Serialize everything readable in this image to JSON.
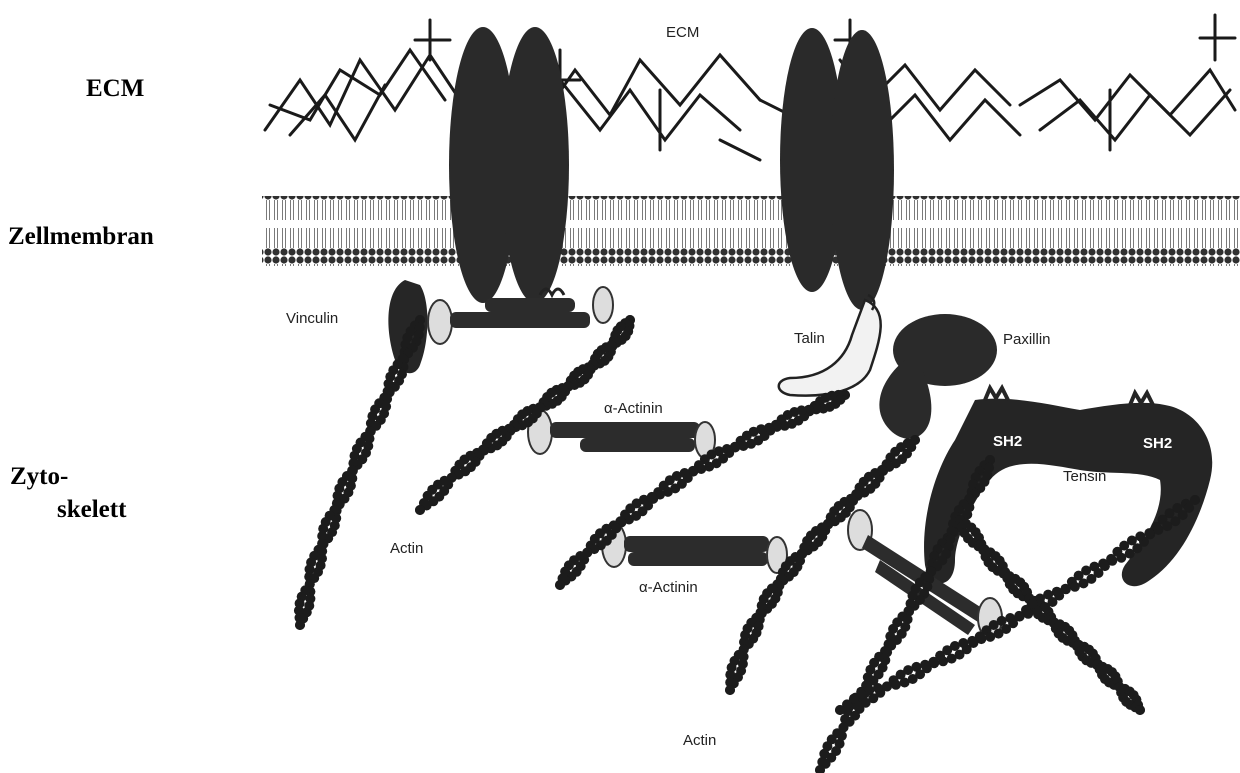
{
  "side_labels": {
    "ecm": "ECM",
    "membrane": "Zellmembran",
    "cytoskeleton_line1": "Zyto-",
    "cytoskeleton_line2": "skelett"
  },
  "diagram_labels": {
    "ecm": "ECM",
    "vinculin": "Vinculin",
    "talin": "Talin",
    "paxillin": "Paxillin",
    "alpha_actinin_1": "α-Actinin",
    "alpha_actinin_2": "α-Actinin",
    "sh2_1": "SH2",
    "sh2_2": "SH2",
    "tensin": "Tensin",
    "actin_1": "Actin",
    "actin_2": "Actin"
  },
  "colors": {
    "protein": "#2a2a2a",
    "bead": "#1c1c1c",
    "membrane_head": "#3a3a3a",
    "membrane_tail": "#9a9a9a",
    "ecm_fiber": "#1a1a1a",
    "light_protein": "#eeeeee"
  }
}
